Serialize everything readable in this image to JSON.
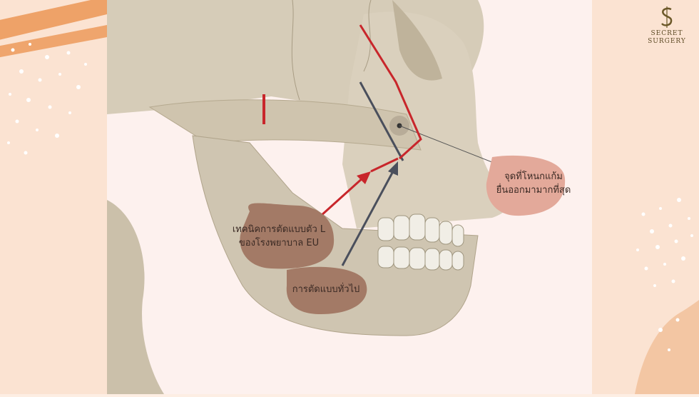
{
  "labels": {
    "cheekbone_point": [
      "จุดที่โหนกแก้ม",
      "ยื่นออกมามากที่สุด"
    ],
    "technique_l": [
      "เทคนิคการตัดแบบตัว L",
      "ของโรงพยาบาล EU"
    ],
    "conventional": "การตัดแบบทั่วไป"
  },
  "logo": {
    "line1": "SECRET",
    "line2": "SURGERY",
    "mark_icon": "s-monogram-icon"
  },
  "colors": {
    "background_side": "#fbe3d2",
    "background_center": "#fdf1ee",
    "skull": "#d9cfbd",
    "cut_line_red": "#c8262b",
    "cut_line_dark": "#4a4f5c",
    "bubble_brown": "#a37a66",
    "bubble_pink": "#e3a99a",
    "orange_stripes": "#ec9a5c",
    "dots": "#ffffff"
  }
}
